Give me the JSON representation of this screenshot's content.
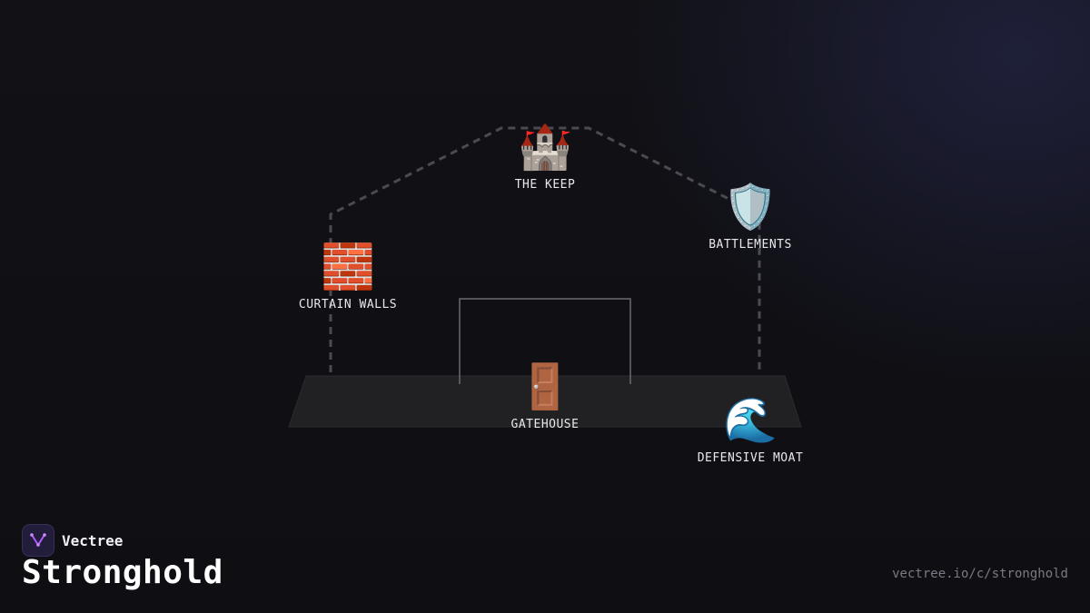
{
  "brand": {
    "name": "Vectree",
    "logo_icon": "vectree-logo-icon"
  },
  "title": "Stronghold",
  "url": "vectree.io/c/stronghold",
  "nodes": [
    {
      "id": "keep",
      "icon": "castle-icon",
      "emoji": "🏰",
      "label": "THE KEEP"
    },
    {
      "id": "battlements",
      "icon": "shield-icon",
      "emoji": "🛡️",
      "label": "BATTLEMENTS"
    },
    {
      "id": "curtain_walls",
      "icon": "brick-icon",
      "emoji": "🧱",
      "label": "CURTAIN WALLS"
    },
    {
      "id": "gatehouse",
      "icon": "door-icon",
      "emoji": "🚪",
      "label": "GATEHOUSE"
    },
    {
      "id": "moat",
      "icon": "wave-icon",
      "emoji": "🌊",
      "label": "DEFENSIVE MOAT"
    }
  ],
  "colors": {
    "background": "#111116",
    "platform": "#212123",
    "connector": "#4a4a50",
    "gate_frame": "#6a6a70",
    "brand_accent": "#b05cff"
  }
}
